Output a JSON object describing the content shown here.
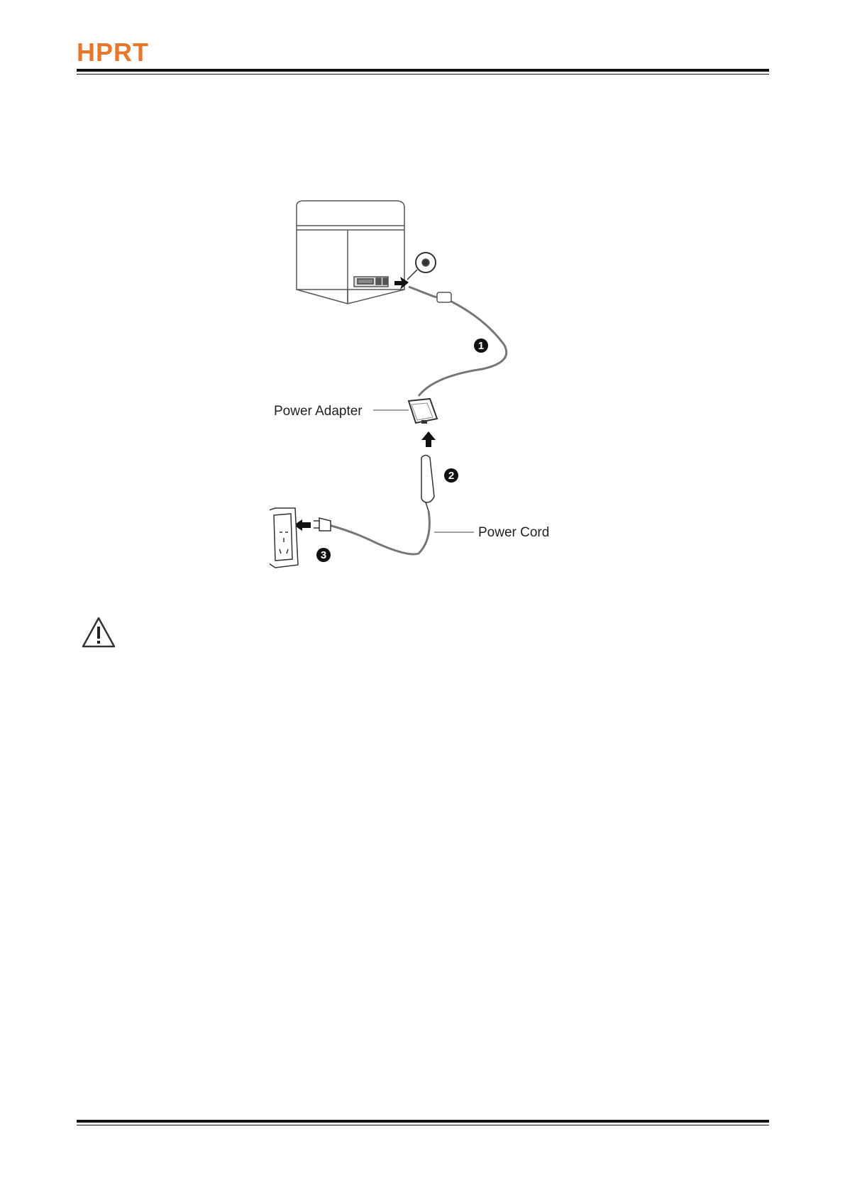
{
  "header": {
    "logo_text": "HPRT",
    "logo_color": "#E8762B"
  },
  "figure": {
    "labels": {
      "power_adapter": "Power Adapter",
      "power_cord": "Power Cord"
    },
    "steps": [
      "1",
      "2",
      "3"
    ]
  },
  "notice": {
    "icon": "warning-icon"
  }
}
